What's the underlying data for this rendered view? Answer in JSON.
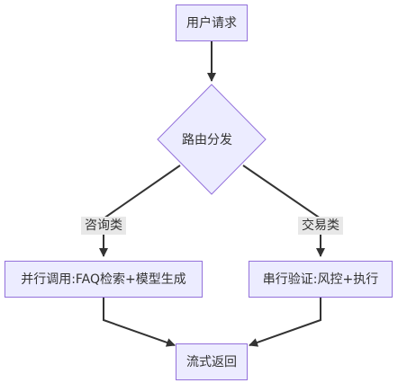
{
  "nodes": {
    "request": "用户请求",
    "router": "路由分发",
    "parallel": "并行调用:FAQ检索+模型生成",
    "serial": "串行验证:风控+执行",
    "return": "流式返回"
  },
  "edge_labels": {
    "consult": "咨询类",
    "transaction": "交易类"
  },
  "colors": {
    "node_fill": "#ECECFF",
    "node_border": "#9370DB",
    "edge": "#333333",
    "label_bg": "#E8E8E8",
    "text": "#333333"
  }
}
